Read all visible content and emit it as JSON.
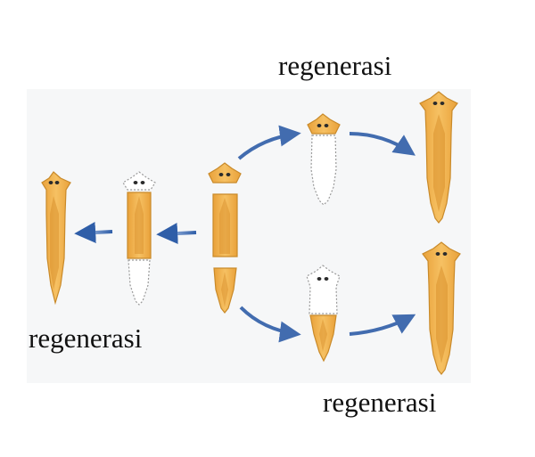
{
  "labels": {
    "top": "regenerasi",
    "left": "regenerasi",
    "bottom": "regenerasi"
  },
  "colors": {
    "body": "#f2b24a",
    "body_outline": "#c98a2a",
    "body_stripe": "#d98f2c",
    "eye": "#2b2b2b",
    "dotted_outline": "#9a9a9a",
    "arrow": "#2f5ea8"
  },
  "icons": [
    "planarian-icon",
    "arrow-icon"
  ]
}
